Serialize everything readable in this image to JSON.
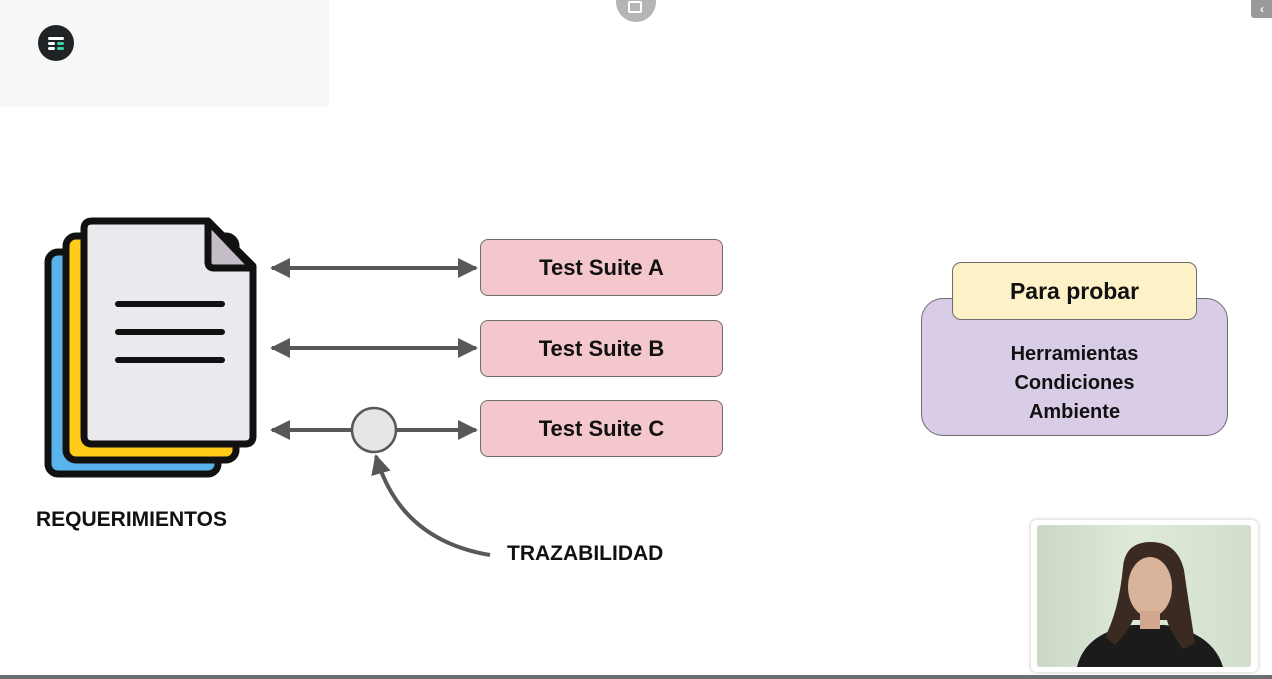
{
  "diagram": {
    "suites": [
      "Test Suite A",
      "Test Suite B",
      "Test Suite C"
    ],
    "requirements_label": "REQUERIMIENTOS",
    "traceability_label": "TRAZABILIDAD",
    "env": {
      "tab_label": "Para probar",
      "items": [
        "Herramientas",
        "Condiciones",
        "Ambiente"
      ]
    }
  },
  "colors": {
    "suite_fill": "#f4c7cc",
    "env_fill": "#d8cce6",
    "tab_fill": "#fdf1c8",
    "doc_blue": "#5ab4ec",
    "doc_yellow": "#ffcc1a",
    "doc_page": "#ebe8ee",
    "arrow": "#585858"
  },
  "icons": {
    "app_logo": "app-logo-icon",
    "top_control": "popout-icon",
    "documents": "documents-stack-icon"
  }
}
